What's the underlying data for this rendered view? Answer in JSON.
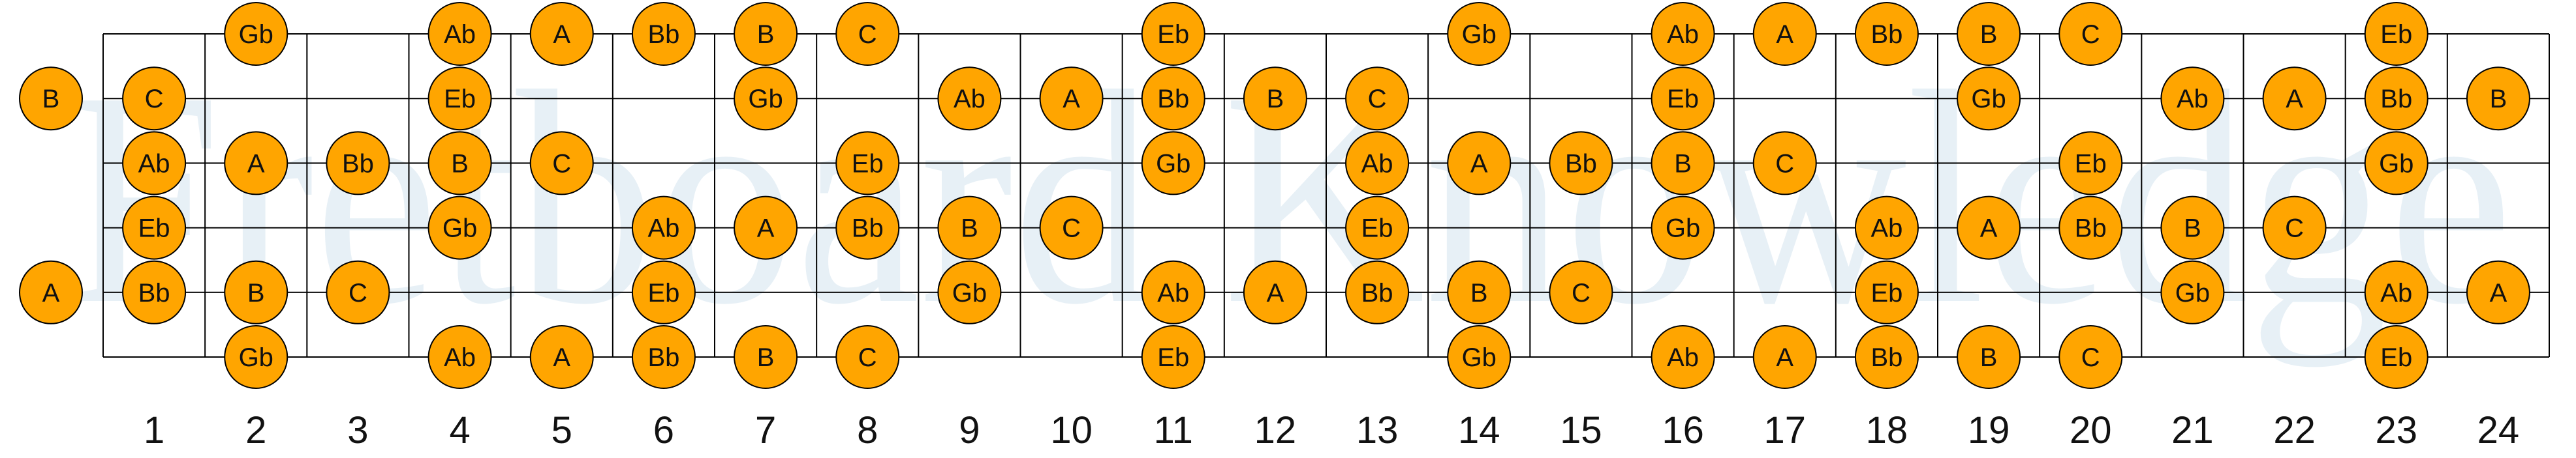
{
  "watermark_text": "Fretboard Knowledge",
  "colors": {
    "note_fill": "#FFA500",
    "grid_line": "#000000",
    "watermark": "#d5e4ef"
  },
  "fret_labels": [
    "1",
    "2",
    "3",
    "4",
    "5",
    "6",
    "7",
    "8",
    "9",
    "10",
    "11",
    "12",
    "13",
    "14",
    "15",
    "16",
    "17",
    "18",
    "19",
    "20",
    "21",
    "22",
    "23",
    "24"
  ],
  "strings": [
    {
      "notes": [
        "",
        "Gb",
        "",
        "Ab",
        "A",
        "Bb",
        "B",
        "C",
        "",
        "",
        "Eb",
        "",
        "",
        "Gb",
        "",
        "Ab",
        "A",
        "Bb",
        "B",
        "C",
        "",
        "",
        "Eb",
        ""
      ]
    },
    {
      "open": "B",
      "notes": [
        "C",
        "",
        "",
        "Eb",
        "",
        "",
        "Gb",
        "",
        "Ab",
        "A",
        "Bb",
        "B",
        "C",
        "",
        "",
        "Eb",
        "",
        "",
        "Gb",
        "",
        "Ab",
        "A",
        "Bb",
        "B"
      ]
    },
    {
      "notes": [
        "Ab",
        "A",
        "Bb",
        "B",
        "C",
        "",
        "",
        "Eb",
        "",
        "",
        "Gb",
        "",
        "Ab",
        "A",
        "Bb",
        "B",
        "C",
        "",
        "",
        "Eb",
        "",
        "",
        "Gb",
        ""
      ]
    },
    {
      "notes": [
        "Eb",
        "",
        "",
        "Gb",
        "",
        "Ab",
        "A",
        "Bb",
        "B",
        "C",
        "",
        "",
        "Eb",
        "",
        "",
        "Gb",
        "",
        "Ab",
        "A",
        "Bb",
        "B",
        "C",
        "",
        ""
      ]
    },
    {
      "open": "A",
      "notes": [
        "Bb",
        "B",
        "C",
        "",
        "",
        "Eb",
        "",
        "",
        "Gb",
        "",
        "Ab",
        "A",
        "Bb",
        "B",
        "C",
        "",
        "",
        "Eb",
        "",
        "",
        "Gb",
        "",
        "Ab",
        "A"
      ]
    },
    {
      "notes": [
        "",
        "Gb",
        "",
        "Ab",
        "A",
        "Bb",
        "B",
        "C",
        "",
        "",
        "Eb",
        "",
        "",
        "Gb",
        "",
        "Ab",
        "A",
        "Bb",
        "B",
        "C",
        "",
        "",
        "Eb",
        ""
      ]
    }
  ]
}
